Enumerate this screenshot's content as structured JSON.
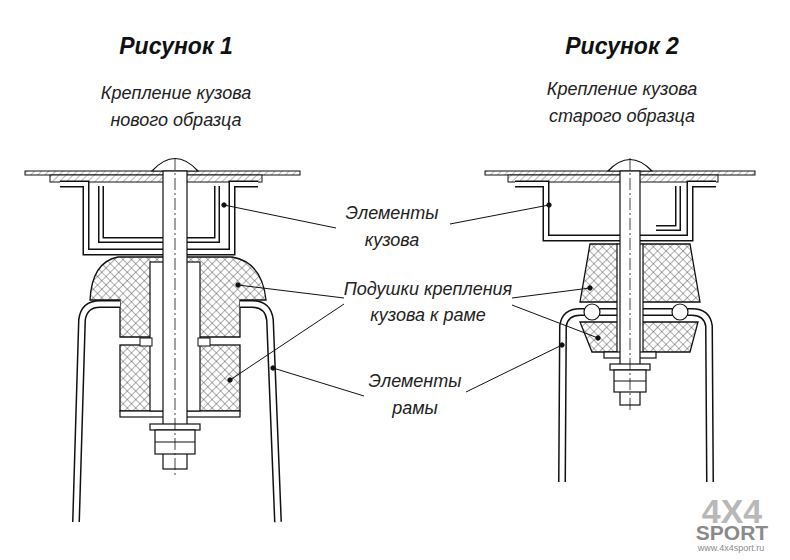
{
  "diagram": {
    "labels": [
      "Рисунок 1",
      "Крепление кузова нового образца",
      "Рисунок 2",
      "Крепление кузова старого образца",
      "Элементы кузова",
      "Подушки крепления кузова к раме",
      "Элементы рамы",
      "4X4",
      "SPORT",
      "www.4x4sport.ru"
    ]
  }
}
